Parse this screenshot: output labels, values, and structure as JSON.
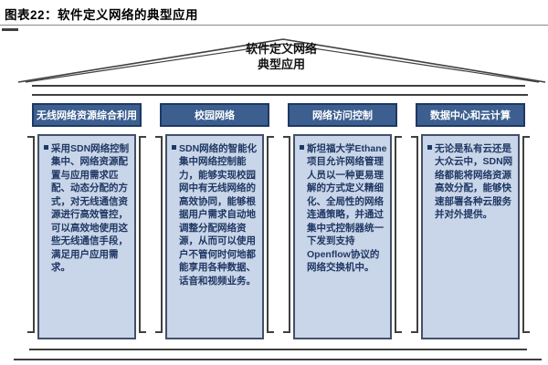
{
  "title": "图表22：软件定义网络的典型应用",
  "roof": {
    "line1": "软件定义网络",
    "line2": "典型应用"
  },
  "colors": {
    "header_bg": "#3c5f90",
    "header_border": "#1f3864",
    "body_bg": "#c9d5e8",
    "body_border": "#44506a",
    "body_text": "#1f3864",
    "structure_line": "#3f3f3f"
  },
  "pillars": [
    {
      "header": "无线网络资源综合利用",
      "text": "采用SDN网络控制集中、网络资源配置与应用需求匹配、动态分配的方式，对无线通信资源进行高效管控，可以高效地使用这些无线通信手段，满足用户应用需求。"
    },
    {
      "header": "校园网络",
      "text": "SDN网络的智能化集中网络控制能力，能够实现校园网中有无线网络的高效协同，能够根据用户需求自动地调整分配网络资源，从而可以使用户不管何时何地都能享用各种数据、话音和视频业务。"
    },
    {
      "header": "网络访问控制",
      "text": "斯坦福大学Ethane项目允许网络管理人员以一种更易理解的方式定义精细化、全局性的网络连通策略，并通过集中式控制器统一下发到支持Openflow协议的网络交换机中。"
    },
    {
      "header": "数据中心和云计算",
      "text": "无论是私有云还是大众云中，SDN网络都能将网络资源高效分配，能够快速部署各种云服务并对外提供。"
    }
  ]
}
